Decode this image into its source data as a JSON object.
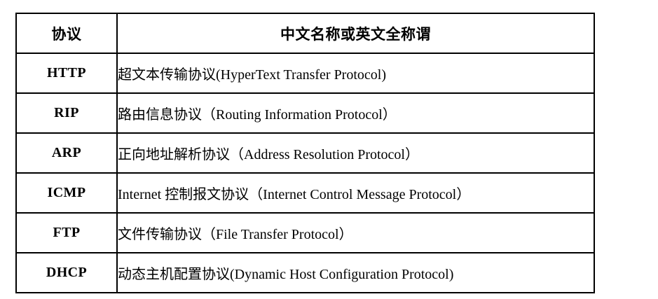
{
  "document": {
    "background_color": "#ffffff",
    "text_color": "#000000",
    "border_color": "#000000"
  },
  "table": {
    "columns": [
      {
        "key": "protocol",
        "header": "协议"
      },
      {
        "key": "name",
        "header": "中文名称或英文全称谓"
      }
    ],
    "rows": [
      {
        "protocol": "HTTP",
        "name": "超文本传输协议(HyperText Transfer Protocol)"
      },
      {
        "protocol": "RIP",
        "name": "路由信息协议（Routing Information Protocol）"
      },
      {
        "protocol": "ARP",
        "name": "正向地址解析协议（Address Resolution Protocol）"
      },
      {
        "protocol": "ICMP",
        "name": "Internet 控制报文协议（Internet Control Message Protocol）"
      },
      {
        "protocol": "FTP",
        "name": "文件传输协议（File Transfer Protocol）"
      },
      {
        "protocol": "DHCP",
        "name": "动态主机配置协议(Dynamic Host Configuration Protocol)"
      }
    ]
  }
}
